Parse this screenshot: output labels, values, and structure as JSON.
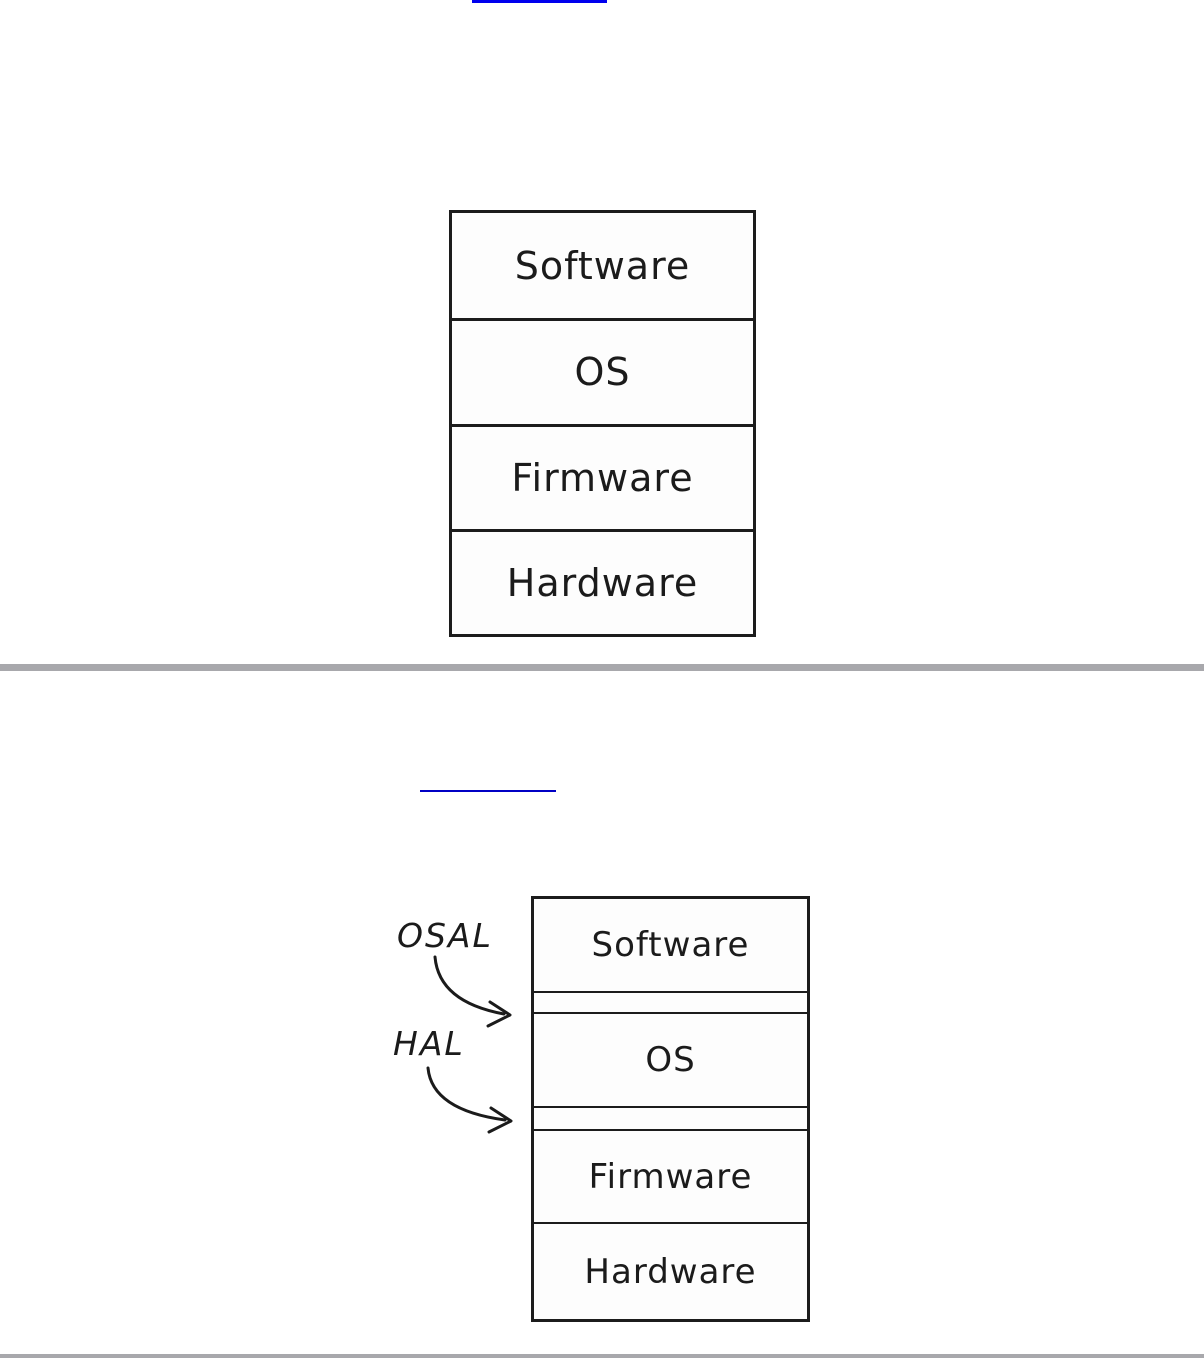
{
  "colors": {
    "page_background": "#ffffff",
    "link_underline_top": "#0000ee",
    "link_underline_middle": "#0000c4",
    "divider_gray": "#a8a8ac",
    "diagram_border": "#1c1c1c",
    "diagram_text": "#1b1b1b"
  },
  "top_section": {
    "link": {
      "visible_text": ""
    },
    "diagram": {
      "type": "layer-stack",
      "layers": [
        "Software",
        "OS",
        "Firmware",
        "Hardware"
      ]
    }
  },
  "bottom_section": {
    "link": {
      "visible_text": ""
    },
    "diagram": {
      "type": "layer-stack-with-abstraction-layers",
      "layers": [
        "Software",
        "OS",
        "Firmware",
        "Hardware"
      ],
      "abstraction_layers": [
        {
          "label": "OSAL",
          "between": [
            "Software",
            "OS"
          ]
        },
        {
          "label": "HAL",
          "between": [
            "OS",
            "Firmware"
          ]
        }
      ]
    }
  }
}
